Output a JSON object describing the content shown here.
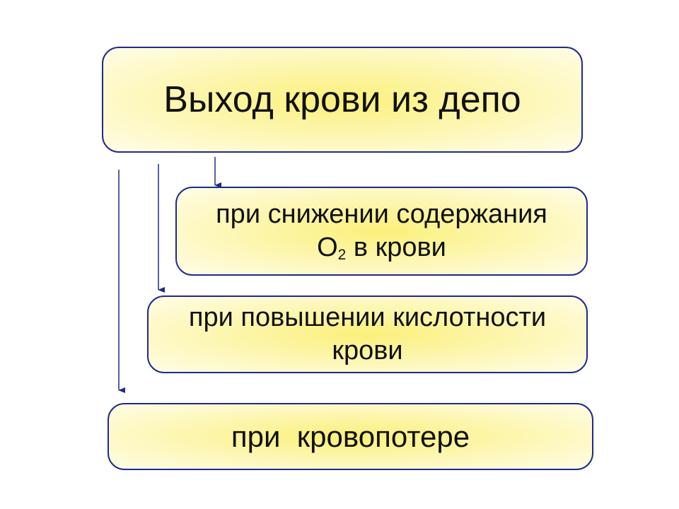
{
  "diagram": {
    "main": {
      "label": "Выход крови из депо"
    },
    "conditions": [
      {
        "line1": "при снижении содержания",
        "line2_prefix": "O",
        "line2_sub": "2",
        "line2_suffix": " в крови"
      },
      {
        "line1": "при повышении кислотности",
        "line2": "крови"
      },
      {
        "line1": "при  кровопотере"
      }
    ]
  },
  "colors": {
    "border": "#1f2a8c",
    "arrow": "#1f2a8c",
    "fill_center": "#fbf07a",
    "fill_edge": "#fffde8"
  }
}
